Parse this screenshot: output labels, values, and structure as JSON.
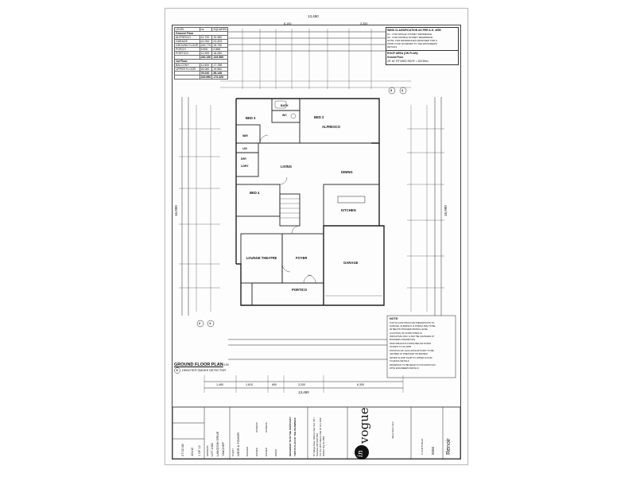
{
  "scale_label": "1:100",
  "plan_title": "GROUND FLOOR PLAN",
  "smoke_detector_note": "DENOTES SMOKE DETECTOR",
  "smoke_symbol": "S",
  "overall_width": "13,490",
  "overall_depth": "16,990",
  "dims_top": [
    "8,190",
    "3,350"
  ],
  "dims_bottom": [
    "1,490",
    "1,810",
    "890",
    "3,200",
    "6,300"
  ],
  "grid_markers": [
    "1",
    "2",
    "3",
    "4"
  ],
  "wind_classification": {
    "title": "WIND CLASSIFICATION AS PER A.S. 4055",
    "lines": [
      "N1 - FOR SINGLE STOREY RESIDENCE",
      "N2 - FOR DOUBLE STOREY RESIDENCE",
      "NOTE: FOR RESIDENCES DESIGNED FOR A",
      "WIND LOAD N3 REFER TO THE ENGINEERS",
      "DETAILS"
    ]
  },
  "roof_area": {
    "title": "ROOF AREA (ON PLAN)",
    "line1": "Ground Floor",
    "line2": "25° 40' PITCHED ROOF = 163.90m²"
  },
  "area_table": {
    "header": [
      "LEVEL",
      "m²",
      "SQUARES"
    ],
    "ground_title": "Ground Floor",
    "ground_rows": [
      [
        "ALFRESCO",
        "14.700",
        "15.480"
      ],
      [
        "GARAGE",
        "41.000",
        "23.403"
      ],
      [
        "GROUND FLOOR",
        "169.770",
        "18.755"
      ],
      [
        "PORCH",
        "5.890",
        "0.868"
      ],
      [
        "PORTICO",
        "12.900",
        "18.280"
      ]
    ],
    "ground_total": [
      "",
      "240.150",
      "133.989"
    ],
    "first_title": "1st Floor",
    "first_rows": [
      [
        "BALCONY",
        "11.600",
        "17.788"
      ],
      [
        "UPPER FLOOR",
        "63.060",
        "19.560"
      ]
    ],
    "first_total": [
      "",
      "76.010",
      "38.148"
    ],
    "grand_total": [
      "",
      "316.560",
      "173.426"
    ]
  },
  "rooms": {
    "bed3": "BED 3",
    "bed2": "BED 2",
    "bath": "BATH",
    "wc": "WC",
    "wir": "WIR",
    "lin": "LIN",
    "dry": "DRY",
    "ldry": "LDRY",
    "alfresco": "ALFRESCO",
    "living": "LIVING",
    "dining": "DINING",
    "bed4": "BED 4",
    "kitchen": "KITCHEN",
    "lounge": "LOUNGE THEATRE",
    "foyer": "FOYER",
    "garage": "GARAGE",
    "portico": "PORTICO"
  },
  "notes_box": {
    "title": "NOTE:",
    "lines": [
      "TOP OF FOOTINGS FOR PIERS/POSTS TO",
      "GARAGE, ALFRESCO & PORCH ARE TO BE",
      "30 BELOW FINISHED PAVING LEVEL",
      "LOCATION OF DOWN PIPES IS",
      "INDICATIVE ONLY & MAY BE CHANGED AT",
      "BUILDERS DISCRETION",
      "PROVIDE ROOF FIXING BELOW DOWN",
      "STRAPS TO AS 4055",
      "POSITION OF GAS HOOKUP POINT TO BE",
      "ADVISED AT PRESTART INTERVIEW",
      "WATER FLOOR SLAB TO UPPER FLOOR",
      "TO ENGS DETAILS",
      "DRAWINGS TO BE READ IN CONJUNCTION",
      "WITH ENGINEERS DETAILS"
    ]
  },
  "title_block": {
    "model": "Renoir",
    "copyright": "© COPYRIGHT",
    "job": "5556",
    "brand": "vogue",
    "brand_script": "in",
    "brand_tag": "Ideas Start Here",
    "address_lines": [
      "50 Kalinga Street, Osborne Park, W.A. 6017",
      "Telephone (08) 9242 5800",
      "P.O. Box 1478 Osborne Park DC W.A. 6916",
      "Builders Reg No. 6889"
    ],
    "spec_note": [
      "REFERRED TO IN THE CONTRACT",
      "THIS IS PLAN OF THE DRAWINGS"
    ],
    "client": "WEIR & FISHER",
    "lot": "LOT 1062",
    "street": "LANGDON DRIVE",
    "suburb": "YANCHEP",
    "labels": [
      "ADDRESS",
      "CLIENT",
      "BUILDER",
      "OWNER",
      "WITNESS",
      "DATED"
    ],
    "sheet": "1 OF 12",
    "drawing_no": "15142",
    "date": "27.02.08"
  }
}
